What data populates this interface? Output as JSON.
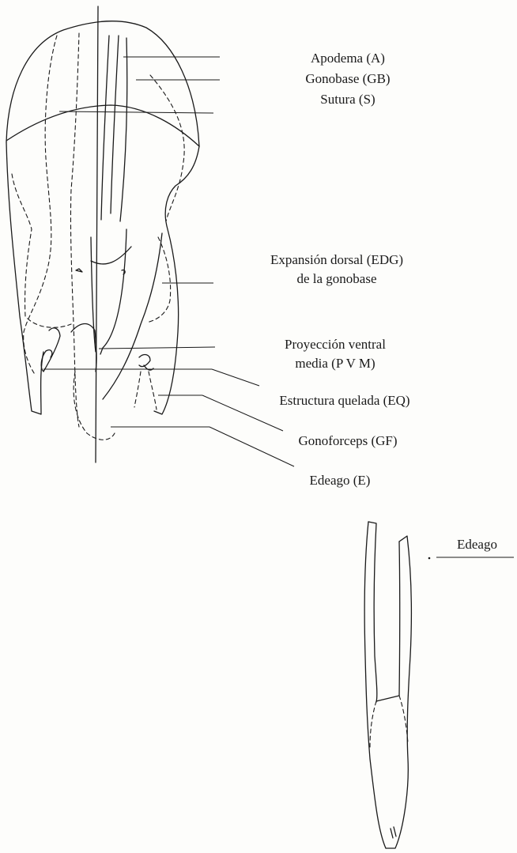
{
  "labels": {
    "apodema": "Apodema (A)",
    "gonobase": "Gonobase (GB)",
    "sutura": "Sutura (S)",
    "expansion_line1": "Expansión dorsal (EDG)",
    "expansion_line2": "de la gonobase",
    "proyeccion_line1": "Proyección ventral",
    "proyeccion_line2": "media (P V M)",
    "estructura": "Estructura quelada (EQ)",
    "gonoforceps": "Gonoforceps (GF)",
    "edeago_main": "Edeago (E)",
    "edeago_detail": "Edeago"
  },
  "colors": {
    "ink": "#1a1a1a",
    "paper": "#fdfdfb"
  }
}
